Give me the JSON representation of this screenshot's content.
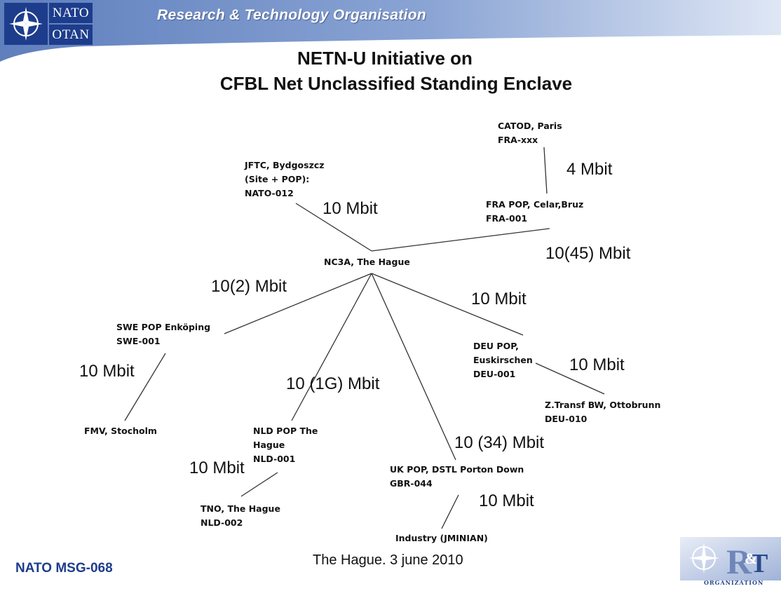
{
  "header": {
    "org_title": "Research & Technology Organisation",
    "logo_top": "NATO",
    "logo_bottom": "OTAN"
  },
  "title": {
    "line1": "NETN-U Initiative on",
    "line2": "CFBL Net Unclassified Standing Enclave"
  },
  "nodes": {
    "catod": [
      "CATOD, Paris",
      "FRA-xxx"
    ],
    "jftc": [
      "JFTC, Bydgoszcz",
      "(Site + POP):",
      "NATO-012"
    ],
    "fra_pop": [
      "FRA POP, Celar,Bruz",
      "FRA-001"
    ],
    "nc3a": [
      "NC3A, The Hague"
    ],
    "swe_pop": [
      "SWE POP Enköping",
      "SWE-001"
    ],
    "deu_pop": [
      "DEU POP,",
      "Euskirschen",
      "DEU-001"
    ],
    "ztransf": [
      "Z.Transf BW, Ottobrunn",
      "DEU-010"
    ],
    "fmv": [
      "FMV, Stocholm"
    ],
    "nld_pop": [
      "NLD POP The",
      "Hague",
      "NLD-001"
    ],
    "uk_pop": [
      "UK POP, DSTL Porton Down",
      "GBR-044"
    ],
    "tno": [
      "TNO, The Hague",
      "NLD-002"
    ],
    "industry": [
      "Industry (JMINIAN)"
    ]
  },
  "rates": {
    "catod_fra": "4 Mbit",
    "jftc_nc3a": "10 Mbit",
    "fra_nc3a": "10(45) Mbit",
    "swe_nc3a": "10(2) Mbit",
    "deu_nc3a": "10 Mbit",
    "fmv_swe": "10 Mbit",
    "nld_nc3a": "10 (1G) Mbit",
    "ztransf_deu": "10 Mbit",
    "uk_nc3a": "10 (34) Mbit",
    "tno_nld": "10 Mbit",
    "industry_uk": "10 Mbit"
  },
  "footer": {
    "left": "NATO MSG-068",
    "center": "The Hague. 3 june 2010",
    "logo_word": "ORGANIZATION"
  },
  "colors": {
    "banner_blue": "#6f8fc6",
    "nato_blue": "#1d3d8c",
    "line": "#333333"
  }
}
